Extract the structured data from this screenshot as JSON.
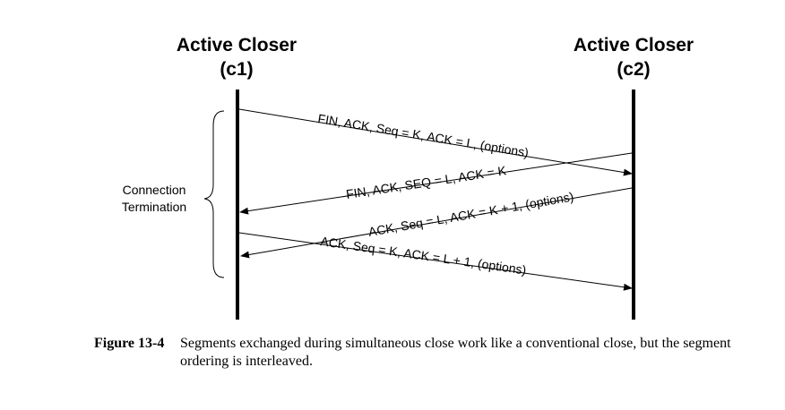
{
  "left_host": {
    "name": "Active Closer",
    "id": "(c1)"
  },
  "right_host": {
    "name": "Active Closer",
    "id": "(c2)"
  },
  "phase_label": {
    "line1": "Connection",
    "line2": "Termination"
  },
  "messages": [
    {
      "label": "FIN, ACK, Seq = K, ACK = L, (options)",
      "direction": "c1-to-c2"
    },
    {
      "label": "FIN, ACK, SEQ = L, ACK = K",
      "direction": "c2-to-c1"
    },
    {
      "label": "ACK, Seq = L, ACK = K + 1, (options)",
      "direction": "c2-to-c1"
    },
    {
      "label": "ACK, Seq = K, ACK = L + 1, (options)",
      "direction": "c1-to-c2"
    }
  ],
  "caption": {
    "label": "Figure 13-4",
    "text": "Segments exchanged during simultaneous close work like a conventional close, but the segment ordering is interleaved."
  }
}
